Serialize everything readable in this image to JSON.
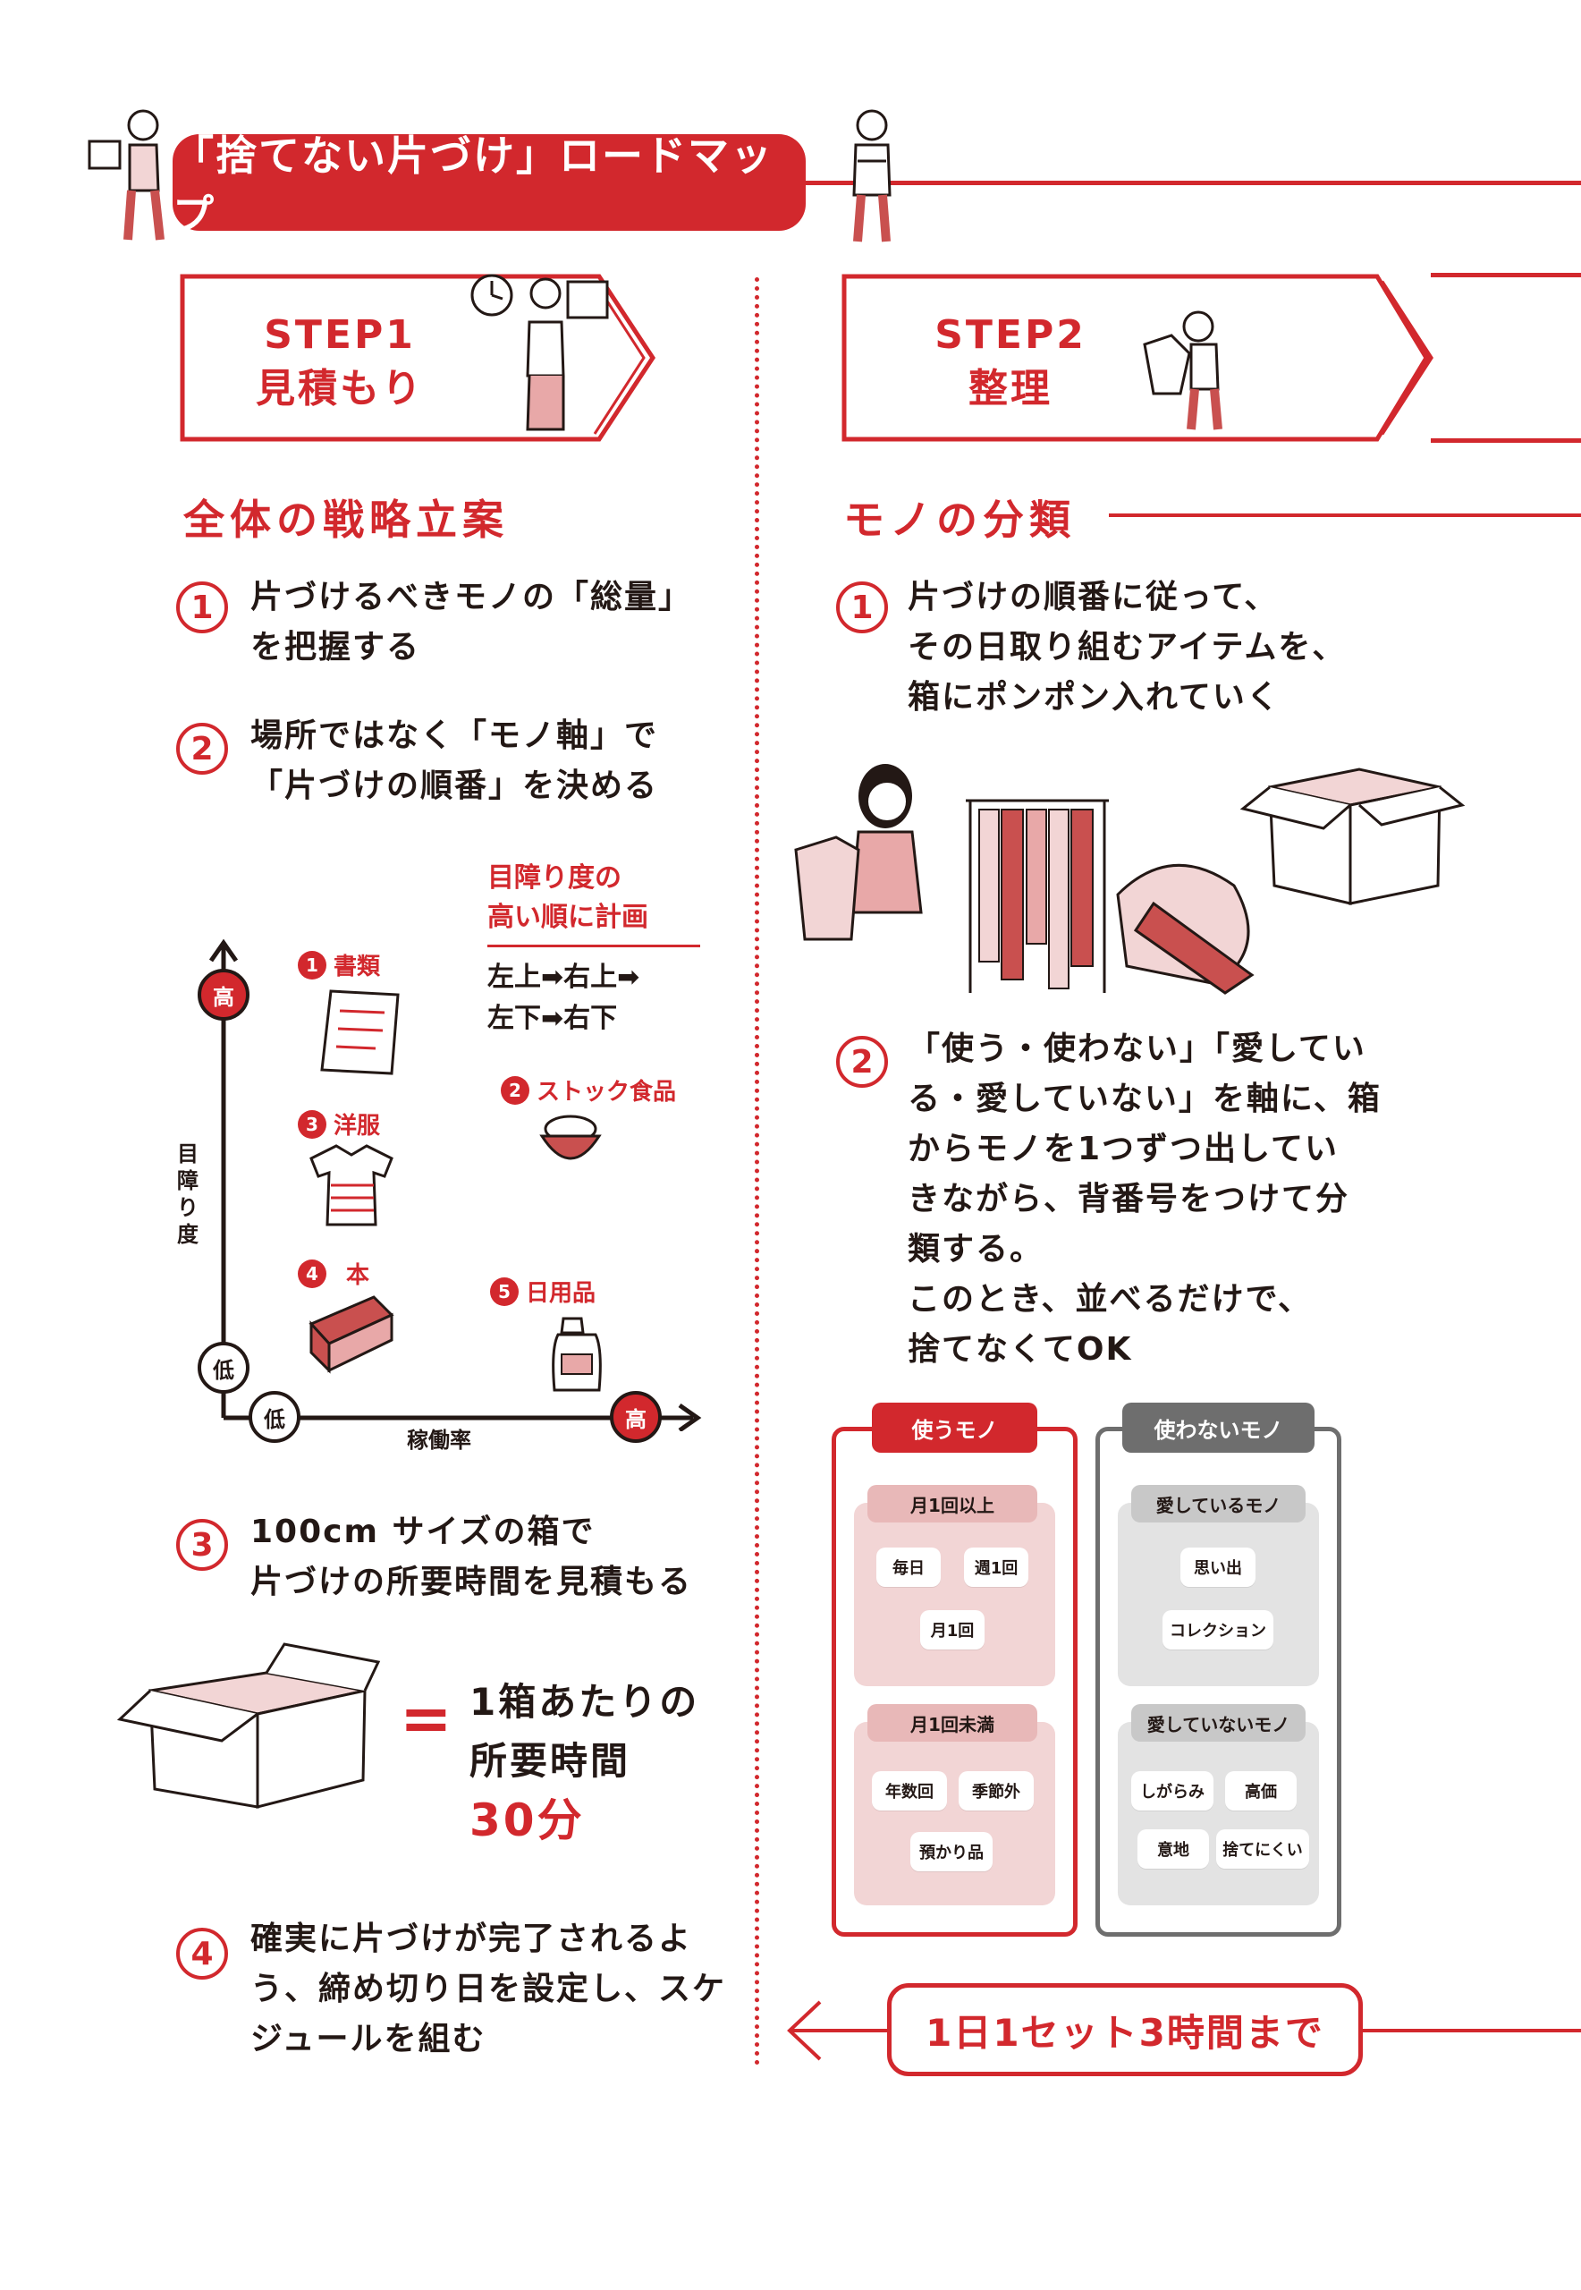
{
  "title": "「捨てない片づけ」ロードマップ",
  "step1": {
    "label": "STEP1",
    "name": "見積もり"
  },
  "step2": {
    "label": "STEP2",
    "name": "整理"
  },
  "left": {
    "heading": "全体の戦略立案",
    "items": [
      {
        "num": "1",
        "text": "片づけるべきモノの「総量」\nを把握する"
      },
      {
        "num": "2",
        "text": "場所ではなく「モノ軸」で\n「片づけの順番」を決める"
      },
      {
        "num": "3",
        "text": "100cm サイズの箱で\n片づけの所要時間を見積もる"
      },
      {
        "num": "4",
        "text": "確実に片づけが完了されるよ\nう、締め切り日を設定し、スケ\nジュールを組む"
      }
    ],
    "plan_title_1": "目障り度の",
    "plan_title_2": "高い順に計画",
    "plan_line_1": "左上➡右上➡",
    "plan_line_2": "左下➡右下",
    "chart": {
      "y_label": "目障り度",
      "x_label": "稼働率",
      "high": "高",
      "low": "低",
      "items": [
        {
          "num": "1",
          "label": "書類"
        },
        {
          "num": "2",
          "label": "ストック食品"
        },
        {
          "num": "3",
          "label": "洋服"
        },
        {
          "num": "4",
          "label": "本"
        },
        {
          "num": "5",
          "label": "日用品"
        }
      ]
    },
    "equals": "=",
    "box_time_1": "1箱あたりの",
    "box_time_2": "所要時間",
    "box_time_value": "30分"
  },
  "right": {
    "heading": "モノの分類",
    "items": [
      {
        "num": "1",
        "text": "片づけの順番に従って、\nその日取り組むアイテムを、\n箱にポンポン入れていく"
      },
      {
        "num": "2",
        "text": "「使う・使わない」「愛してい\nる・愛していない」を軸に、箱\nからモノを1つずつ出してい\nきながら、背番号をつけて分\n類する。\nこのとき、並べるだけで、\n捨てなくてOK"
      }
    ],
    "use": {
      "tag": "使うモノ",
      "group1": {
        "title": "月1回以上",
        "chips": [
          "毎日",
          "週1回",
          "月1回"
        ]
      },
      "group2": {
        "title": "月1回未満",
        "chips": [
          "年数回",
          "季節外",
          "預かり品"
        ]
      }
    },
    "nouse": {
      "tag": "使わないモノ",
      "group1": {
        "title": "愛しているモノ",
        "chips": [
          "思い出",
          "コレクション"
        ]
      },
      "group2": {
        "title": "愛していないモノ",
        "chips": [
          "しがらみ",
          "高価",
          "意地",
          "捨てにくい"
        ]
      }
    },
    "limit": "1日1セット3時間まで"
  },
  "colors": {
    "accent": "#d2282d",
    "pink": "#f2d5d5",
    "gray": "#e3e3e3",
    "dark_gray": "#6e6e6e"
  }
}
